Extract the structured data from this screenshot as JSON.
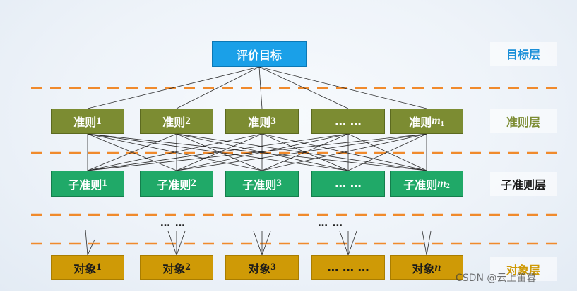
{
  "goal": {
    "label": "评价目标"
  },
  "levels": [
    {
      "label": "目标层",
      "color": "#1a8fd8"
    },
    {
      "label": "准则层",
      "color": "#7c8c32"
    },
    {
      "label": "子准则层",
      "color": "#1a1a1a"
    },
    {
      "label": "对象层",
      "color": "#cf9a06"
    }
  ],
  "criteria": [
    {
      "text": "准则",
      "num": "1"
    },
    {
      "text": "准则",
      "num": "2"
    },
    {
      "text": "准则",
      "num": "3"
    },
    {
      "text": "… …"
    },
    {
      "text": "准则",
      "ital": "m",
      "sub": "1"
    }
  ],
  "subcriteria": [
    {
      "text": "子准则",
      "num": "1"
    },
    {
      "text": "子准则",
      "num": "2"
    },
    {
      "text": "子准则",
      "num": "3"
    },
    {
      "text": "… …"
    },
    {
      "text": "子准则",
      "ital": "m",
      "sub": "2"
    }
  ],
  "objects": [
    {
      "text": "对象",
      "num": "1"
    },
    {
      "text": "对象",
      "num": "2"
    },
    {
      "text": "对象",
      "num": "3"
    },
    {
      "text": "… … …"
    },
    {
      "text": "对象",
      "ital": "n"
    }
  ],
  "between_dots": "… …",
  "watermark": "CSDN @云上笛暮",
  "colors": {
    "divider": "#f08a2c",
    "goal": "#1aa0e8",
    "criteria": "#7c8c32",
    "subcriteria": "#20a968",
    "objects": "#cf9a06"
  }
}
